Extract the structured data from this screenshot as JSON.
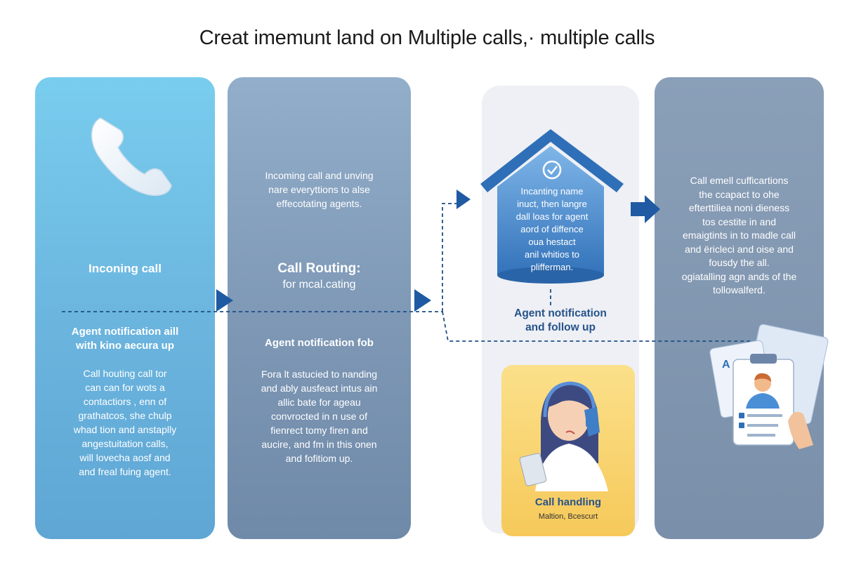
{
  "title": "Creat imemunt land on Multiple calls,· multiple calls",
  "panel1": {
    "heading": "Inconing call",
    "sub_heading_lines": [
      "Agent notification aill",
      "with kino aecura up"
    ],
    "body_lines": [
      "Call houting call tor",
      "can can for wots a",
      "contactiors , enn of",
      "grathatcos, she chulp",
      "whad tion and anstaplly",
      "angestuitation calls,",
      "will lovecha aosf and",
      "and freal fuing agent."
    ]
  },
  "panel2": {
    "intro_lines": [
      "Incoming call and unving",
      "nare everyttions to alse",
      "effecotating agents."
    ],
    "heading": "Call Routing:",
    "subtitle": "for mcal.cating",
    "sub_heading": "Agent notification fob",
    "body_lines": [
      "Fora lt astucied to nanding",
      "and ably ausfeact intus ain",
      "allic bate for ageau",
      "convrocted in n use of",
      "fienrect tomy firen and",
      "aucire, and fm in this onen",
      "and fofitiom up."
    ]
  },
  "panel3": {
    "house_lines": [
      "Incanting name",
      "inuct, then langre",
      "dall loas for agent",
      "aord of diffence",
      "oua hestact",
      "anil whitios to",
      "plifferman."
    ],
    "heading_lines": [
      "Agent notification",
      "and follow up"
    ],
    "card_title": "Call handling",
    "card_subtitle": "Maltion, Bcescurt"
  },
  "panel4": {
    "body_lines": [
      "Call emell cufficartions",
      "the ccapact to ohe",
      "efterttiliea noni dieness",
      "tos cestite in and",
      "emaigtints in to madle call",
      "and ëricleci and oise and",
      "fousdy the all.",
      "ogiatalling agn ands of the",
      "tollowalferd."
    ]
  },
  "icons": [
    "phone-icon",
    "check-circle-icon",
    "agent-headset-icon",
    "profile-clipboard-icon"
  ],
  "colors": {
    "panel_blue": "#6ab4de",
    "panel_slate": "#7d97b5",
    "arrow_blue": "#1f5aa3",
    "house_blue": "#3f7fc8",
    "card_yellow": "#f6c95a"
  }
}
